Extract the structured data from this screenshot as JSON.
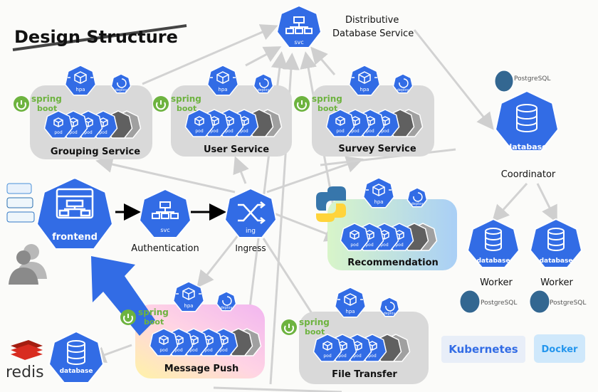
{
  "title": "Design Structure",
  "svc_top": {
    "label": "svc",
    "caption_line1": "Distributive",
    "caption_line2": "Database Service"
  },
  "services": {
    "grouping": "Grouping Service",
    "user": "User Service",
    "survey": "Survey Service",
    "recommendation": "Recommendation",
    "message_push": "Message Push",
    "file_transfer": "File Transfer"
  },
  "frontend": {
    "label": "frontend"
  },
  "authentication": {
    "node_label": "svc",
    "caption": "Authentication"
  },
  "ingress": {
    "node_label": "ing",
    "caption": "Ingress"
  },
  "coordinator": {
    "node_label": "database",
    "caption": "Coordinator"
  },
  "workers": [
    {
      "node_label": "database",
      "caption": "Worker"
    },
    {
      "node_label": "database",
      "caption": "Worker"
    }
  ],
  "redis": {
    "label": "redis",
    "db_label": "database"
  },
  "chip_labels": {
    "hpa": "hpa",
    "deploy": "deploy",
    "pod": "pod"
  },
  "brand_text": {
    "spring1": "spring",
    "spring2": "boot",
    "postgres": "PostgreSQL",
    "kubernetes": "Kubernetes",
    "docker": "Docker"
  },
  "colors": {
    "k8s_blue": "#326ce5",
    "arrow_grey": "#d2d2d2",
    "box_grey": "#d9d9d9",
    "spring_green": "#6db33f",
    "redis_red": "#d82c20"
  }
}
